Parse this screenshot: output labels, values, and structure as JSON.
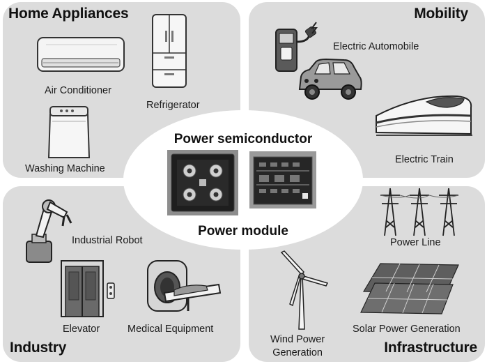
{
  "sections": {
    "home": {
      "title": "Home Appliances",
      "items": [
        "Air Conditioner",
        "Refrigerator",
        "Washing Machine"
      ]
    },
    "mobility": {
      "title": "Mobility",
      "items": [
        "Electric Automobile",
        "Electric Train"
      ]
    },
    "industry": {
      "title": "Industry",
      "items": [
        "Industrial Robot",
        "Elevator",
        "Medical Equipment"
      ]
    },
    "infrastructure": {
      "title": "Infrastructure",
      "items": [
        "Power Line",
        "Wind Power\nGeneration",
        "Solar Power Generation"
      ]
    }
  },
  "center": {
    "top_label": "Power semiconductor",
    "bottom_label": "Power module"
  },
  "icons": [
    "air-conditioner-icon",
    "refrigerator-icon",
    "washing-machine-icon",
    "ev-charger-icon",
    "electric-car-icon",
    "bullet-train-icon",
    "robot-arm-icon",
    "elevator-icon",
    "mri-scanner-icon",
    "power-tower-icon",
    "wind-turbine-icon",
    "solar-panel-icon",
    "power-module-photo",
    "power-module-board-photo"
  ],
  "colors": {
    "panel": "#dcdcdc",
    "center": "#ffffff",
    "text": "#111111"
  }
}
